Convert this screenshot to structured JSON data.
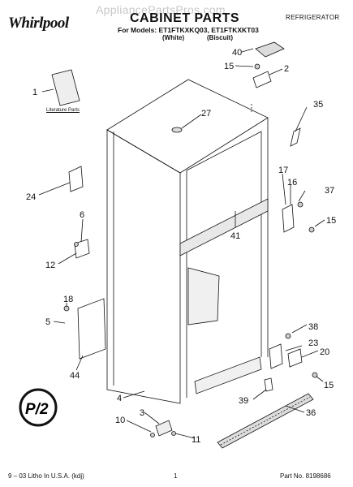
{
  "header": {
    "logo": "Whirlpool",
    "title": "CABINET PARTS",
    "watermark": "AppliancePartsPros.com",
    "category": "REFRIGERATOR",
    "models_line": "For Models: ET1FTKXKQ03, ET1FTKXKT03",
    "variant_white": "(White)",
    "variant_biscuit": "(Biscuit)"
  },
  "diagram": {
    "literature_label": "Literature Parts",
    "callouts": [
      "40",
      "15",
      "2",
      "1",
      "27",
      "35",
      "17",
      "16",
      "37",
      "24",
      "6",
      "15",
      "41",
      "12",
      "18",
      "5",
      "38",
      "23",
      "20",
      "44",
      "15",
      "4",
      "39",
      "3",
      "36",
      "10",
      "11"
    ],
    "badge": "P/2"
  },
  "footer": {
    "left": "9 – 03 Litho In U.S.A. (kdj)",
    "center": "1",
    "right": "Part No. 8198686"
  }
}
